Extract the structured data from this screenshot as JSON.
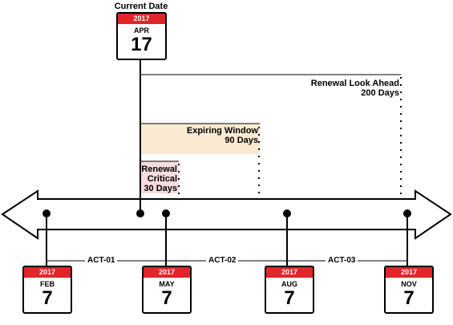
{
  "current_date": {
    "heading": "Current Date",
    "year": "2017",
    "month": "APR",
    "day": "17"
  },
  "windows": {
    "lookahead": {
      "line1": "Renewal Look Ahead",
      "line2": "200 Days"
    },
    "expiring": {
      "line1": "Expiring Window",
      "line2": "90 Days"
    },
    "critical": {
      "line1": "Renewal",
      "line2": "Critical",
      "line3": "30 Days"
    }
  },
  "milestones": [
    {
      "year": "2017",
      "month": "FEB",
      "day": "7"
    },
    {
      "year": "2017",
      "month": "MAY",
      "day": "7"
    },
    {
      "year": "2017",
      "month": "AUG",
      "day": "7"
    },
    {
      "year": "2017",
      "month": "NOV",
      "day": "7"
    }
  ],
  "activities": [
    "ACT-01",
    "ACT-02",
    "ACT-03"
  ],
  "colors": {
    "calendar_header": "#e0262b",
    "expiring_fill": "#fbe9d2",
    "critical_fill": "#f9dcdc"
  }
}
